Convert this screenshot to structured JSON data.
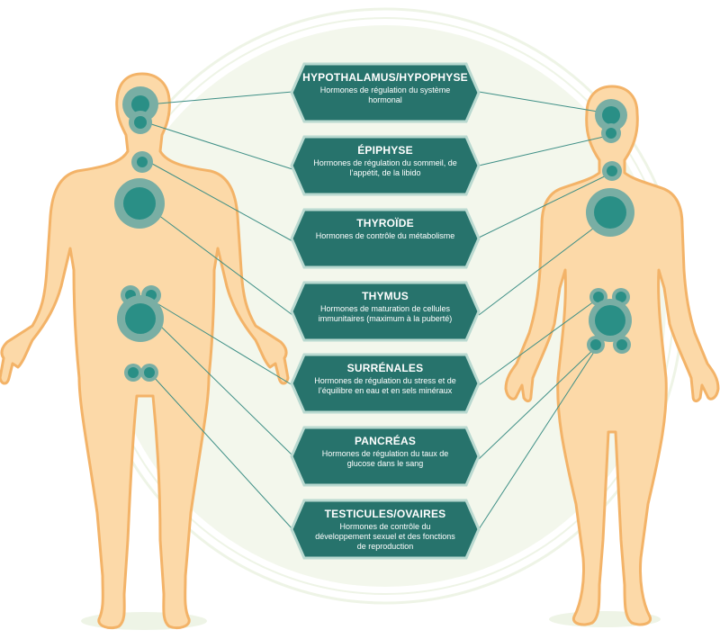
{
  "colors": {
    "body_fill": "#fcd9a8",
    "body_outline": "#f3b368",
    "gland_core": "#2a8f86",
    "gland_halo": "#79aea4",
    "line": "#3e8f86",
    "box_fill": "#27736c",
    "box_border": "#b9d9d0",
    "background_circle": "#f1f6ea"
  },
  "glands": [
    {
      "title": "HYPOTHALAMUS/HYPOPHYSE",
      "description": "Hormones de régulation du système hormonal"
    },
    {
      "title": "ÉPIPHYSE",
      "description": "Hormones de régulation du sommeil, de l’appétit, de la libido"
    },
    {
      "title": "THYROÏDE",
      "description": "Hormones de contrôle du métabolisme"
    },
    {
      "title": "THYMUS",
      "description": "Hormones de maturation de cellules immunitaires (maximum à la puberté)"
    },
    {
      "title": "SURRÉNALES",
      "description": "Hormones de régulation du stress et de l’équilibre en eau et en sels minéraux"
    },
    {
      "title": "PANCRÉAS",
      "description": "Hormones de régulation du taux de glucose dans le sang"
    },
    {
      "title": "TESTICULES/OVAIRES",
      "description": "Hormones de contrôle du développement sexuel et des fonctions de reproduction"
    }
  ]
}
